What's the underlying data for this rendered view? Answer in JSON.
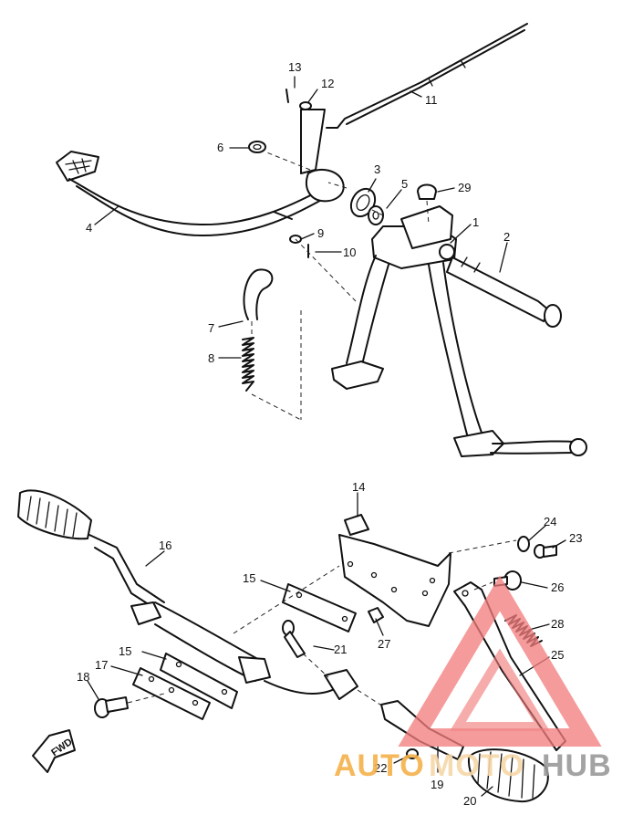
{
  "callouts": {
    "c1": "1",
    "c2": "2",
    "c3": "3",
    "c4": "4",
    "c5": "5",
    "c6": "6",
    "c7": "7",
    "c8": "8",
    "c9": "9",
    "c10": "10",
    "c11": "11",
    "c12": "12",
    "c13": "13",
    "c14": "14",
    "c15a": "15",
    "c15b": "15",
    "c16": "16",
    "c17": "17",
    "c18": "18",
    "c19": "19",
    "c20": "20",
    "c21": "21",
    "c22": "22",
    "c23": "23",
    "c24": "24",
    "c25": "25",
    "c26": "26",
    "c27": "27",
    "c28": "28",
    "c29": "29"
  },
  "direction_marker": "FWD",
  "watermark": {
    "part1": "AUTO",
    "part2": "MOTO",
    "part3": "HUB",
    "color_part1": "#f5b14a",
    "color_part2": "#f6d8a8",
    "color_part3": "#9a9a9a",
    "triangle_color": "#f27c7c"
  }
}
